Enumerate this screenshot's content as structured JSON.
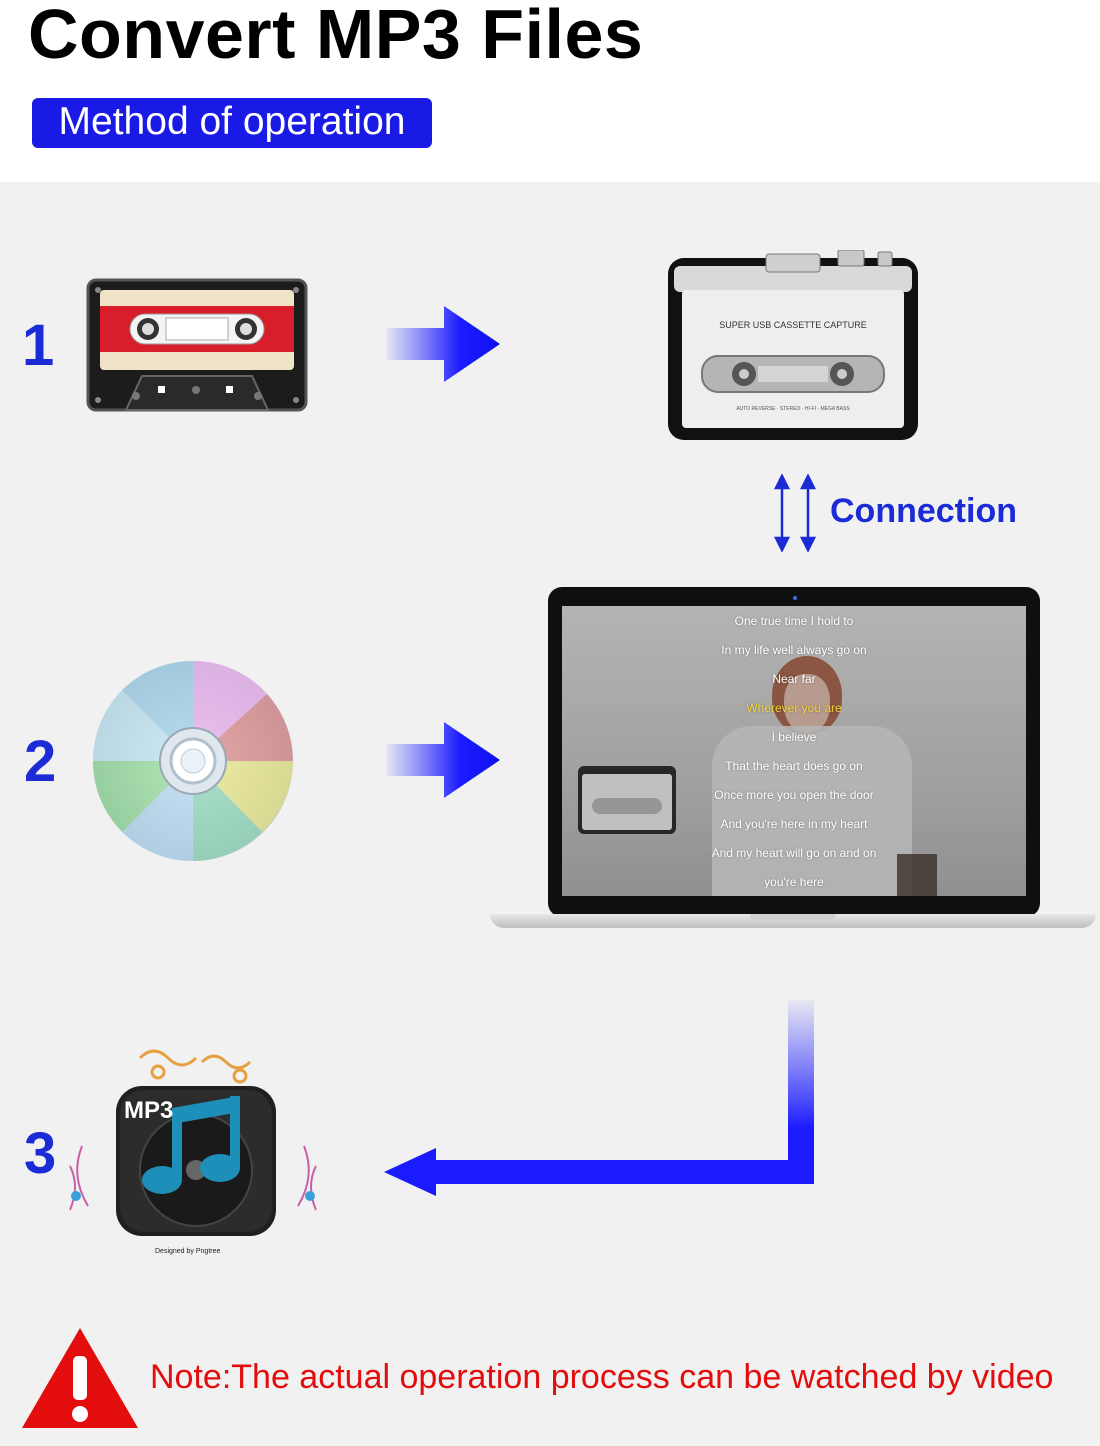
{
  "header": {
    "title": "Convert MP3 Files",
    "subtitle": "Method of operation"
  },
  "steps": [
    {
      "number": "1"
    },
    {
      "number": "2"
    },
    {
      "number": "3"
    }
  ],
  "connection_label": "Connection",
  "cassette_player": {
    "brand_text": "SUPER USB CASSETTE CAPTURE",
    "spec_text": "AUTO REVERSE · STEREO · HI-FI · MEGA BASS"
  },
  "lyrics": [
    "One true time I hold to",
    "In my life well always go on",
    "Near far",
    "Wherever you are",
    "I believe",
    "That the heart does go on",
    "Once more you open the door",
    "And you're here in my heart",
    "And my heart will go on and on",
    "you're here"
  ],
  "highlighted_lyric_index": 3,
  "mp3_icon": {
    "label": "MP3",
    "credit": "Designed by Pngtree"
  },
  "note": "Note:The actual operation process can be watched by video",
  "colors": {
    "accent_blue": "#1a1ae6",
    "step_blue": "#1b2bd6",
    "warning_red": "#e30d0d",
    "lyric_highlight": "#f2d23a"
  },
  "icons": {
    "arrow_right": "arrow-right-icon",
    "arrow_left": "arrow-left-icon",
    "connection": "up-down-arrows-icon",
    "warning": "warning-triangle-icon"
  }
}
